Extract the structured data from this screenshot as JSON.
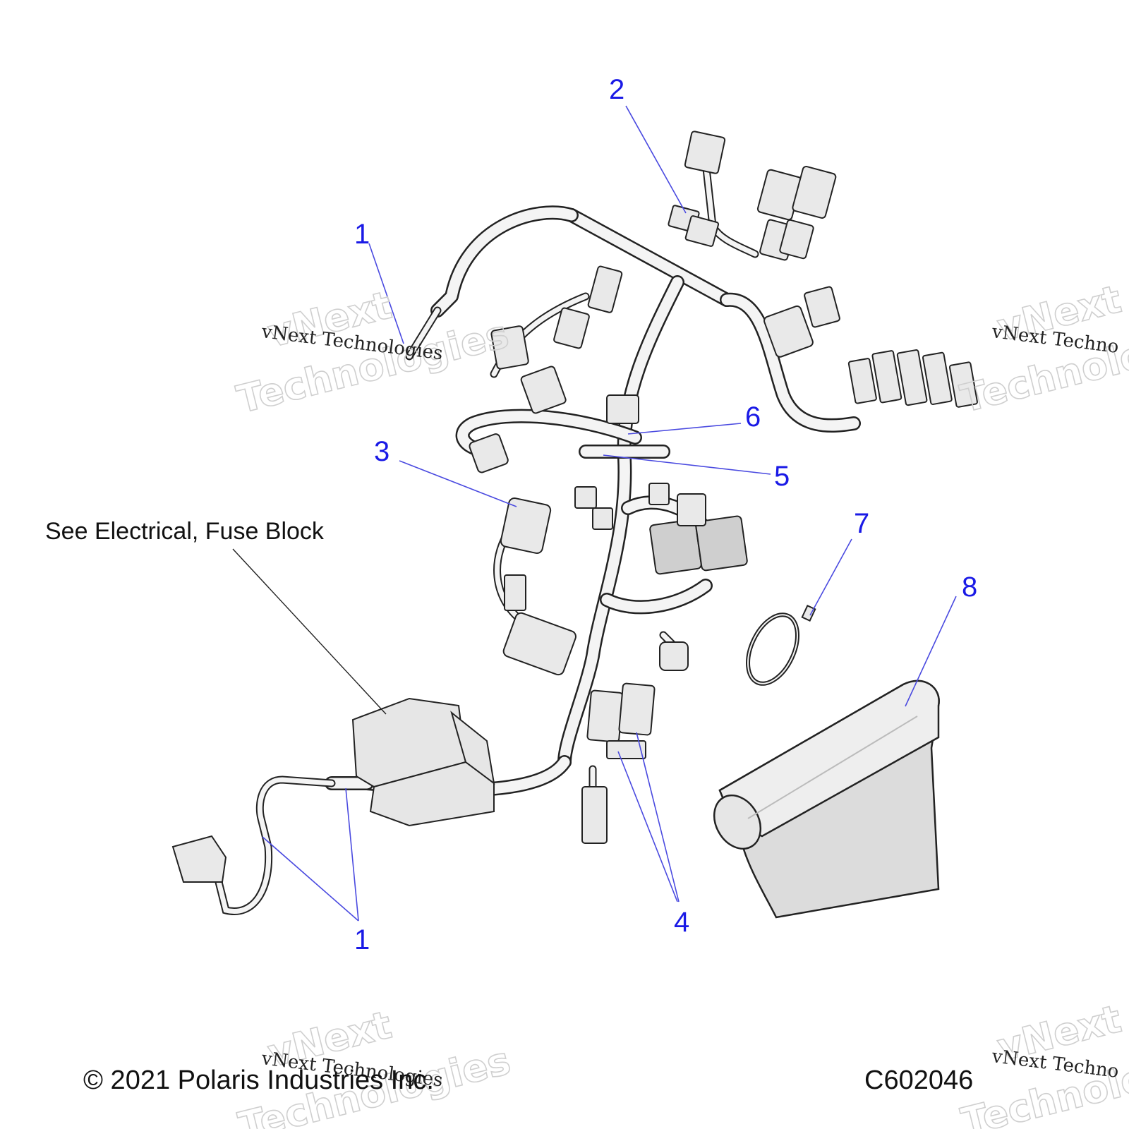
{
  "callouts": {
    "c1_top": "1",
    "c2": "2",
    "c3": "3",
    "c4": "4",
    "c5": "5",
    "c6": "6",
    "c7": "7",
    "c8": "8",
    "c1_bottom": "1"
  },
  "reference_note": "See Electrical, Fuse Block",
  "footer": {
    "copyright": "© 2021 Polaris Industries Inc.",
    "figure_id": "C602046"
  },
  "watermark": {
    "line1": "vNext",
    "line2": "Technologies",
    "mono": "vNext Technologies",
    "mono_cut": "vNext Techno"
  }
}
